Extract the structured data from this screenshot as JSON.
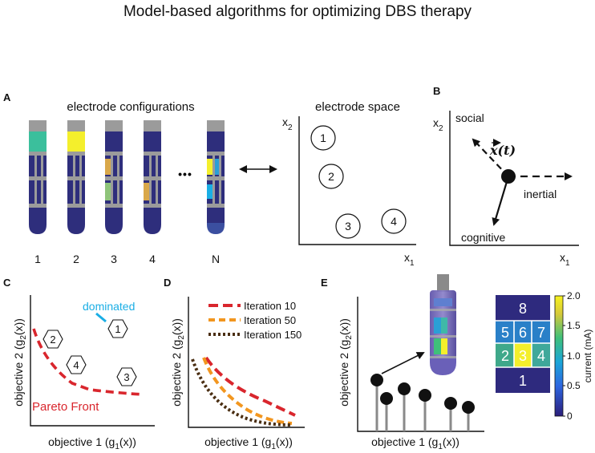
{
  "title": "Model-based algorithms for optimizing DBS therapy",
  "colors": {
    "lead_body": "#2e2e7c",
    "lead_grid": "#9b9b9b",
    "pareto": "#d9262d",
    "dominated": "#1aaee5",
    "iter10": "#d9262d",
    "iter50": "#f2961f",
    "iter150": "#4a2e12",
    "stems": "#8a8a8a",
    "contact_teal": "#3bbf9c",
    "contact_yellow": "#f4ef2c",
    "contact_orange": "#d9a84a",
    "contact_green": "#8fc47a",
    "contact_blue": "#2a9fd6"
  },
  "panel_a": {
    "label": "A",
    "configs_title": "electrode configurations",
    "lead_labels": [
      "1",
      "2",
      "3",
      "4",
      "N"
    ],
    "ellipsis": "•••",
    "space_title": "electrode space",
    "y_axis": "x",
    "y_axis_sub": "2",
    "x_axis": "x",
    "x_axis_sub": "1",
    "points": [
      "1",
      "2",
      "3",
      "4"
    ]
  },
  "panel_b": {
    "label": "B",
    "y_axis": "x",
    "y_axis_sub": "2",
    "x_axis": "x",
    "x_axis_sub": "1",
    "state_label": "x(t)",
    "social": "social",
    "inertial": "inertial",
    "cognitive": "cognitive"
  },
  "panel_c": {
    "label": "C",
    "y_axis": "objective 2 (g",
    "y_axis_sub": "2",
    "y_axis_end": "(x))",
    "x_axis": "objective 1 (g",
    "x_axis_sub": "1",
    "x_axis_end": "(x))",
    "dominated": "dominated",
    "pareto": "Pareto Front",
    "points": [
      "1",
      "2",
      "3",
      "4"
    ]
  },
  "panel_d": {
    "label": "D",
    "y_axis": "objective 2 (g",
    "y_axis_sub": "2",
    "y_axis_end": "(x))",
    "x_axis": "objective 1 (g",
    "x_axis_sub": "1",
    "x_axis_end": "(x))",
    "legend": [
      "Iteration 10",
      "Iteration 50",
      "Iteration 150"
    ]
  },
  "panel_e": {
    "label": "E",
    "y_axis": "objective 2 (g",
    "y_axis_sub": "2",
    "y_axis_end": "(x))",
    "x_axis": "objective 1 (g",
    "x_axis_sub": "1",
    "x_axis_end": "(x))",
    "contacts": [
      "8",
      "5",
      "6",
      "7",
      "2",
      "3",
      "4",
      "1"
    ],
    "colorbar_label": "current (mA)",
    "colorbar_ticks": [
      "2.0",
      "1.5",
      "1.0",
      "0.5",
      "0"
    ]
  }
}
